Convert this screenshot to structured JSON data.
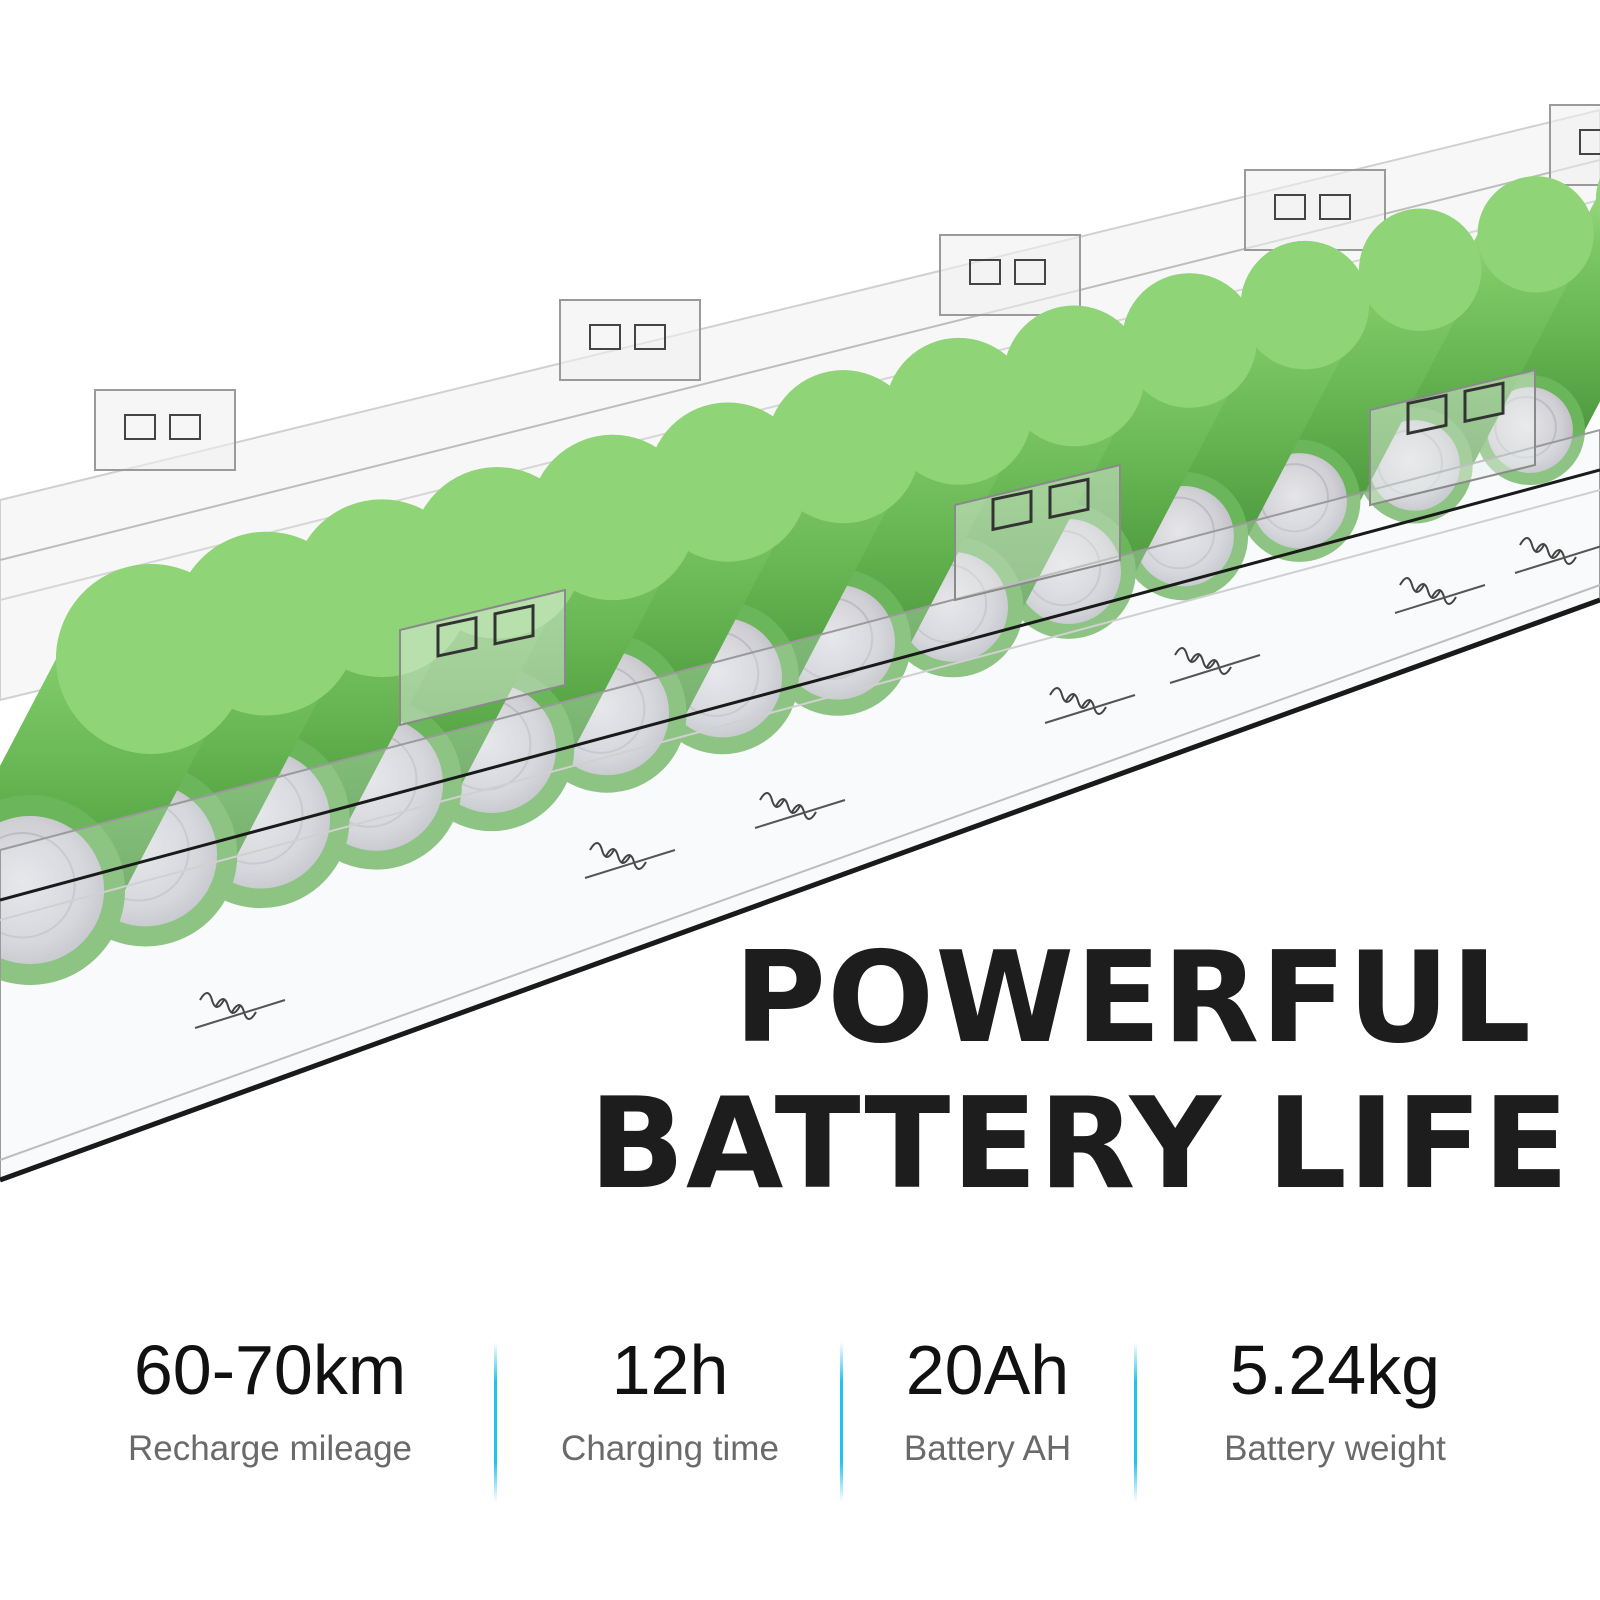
{
  "headline": {
    "line1": "POWERFUL",
    "line2": "BATTERY LIFE"
  },
  "stats": [
    {
      "value": "60-70km",
      "label": "Recharge mileage"
    },
    {
      "value": "12h",
      "label": "Charging time"
    },
    {
      "value": "20Ah",
      "label": "Battery AH"
    },
    {
      "value": "5.24kg",
      "label": "Battery weight"
    }
  ],
  "colors": {
    "cell_green": "#7ec866",
    "cell_end": "#d8d8dc",
    "divider": "#1fc3ee",
    "headline": "#1d1d1d",
    "label": "#6a6a6a"
  },
  "icons": [
    "battery-cell-icon",
    "cell-holder-bracket-icon",
    "spring-contact-icon"
  ]
}
